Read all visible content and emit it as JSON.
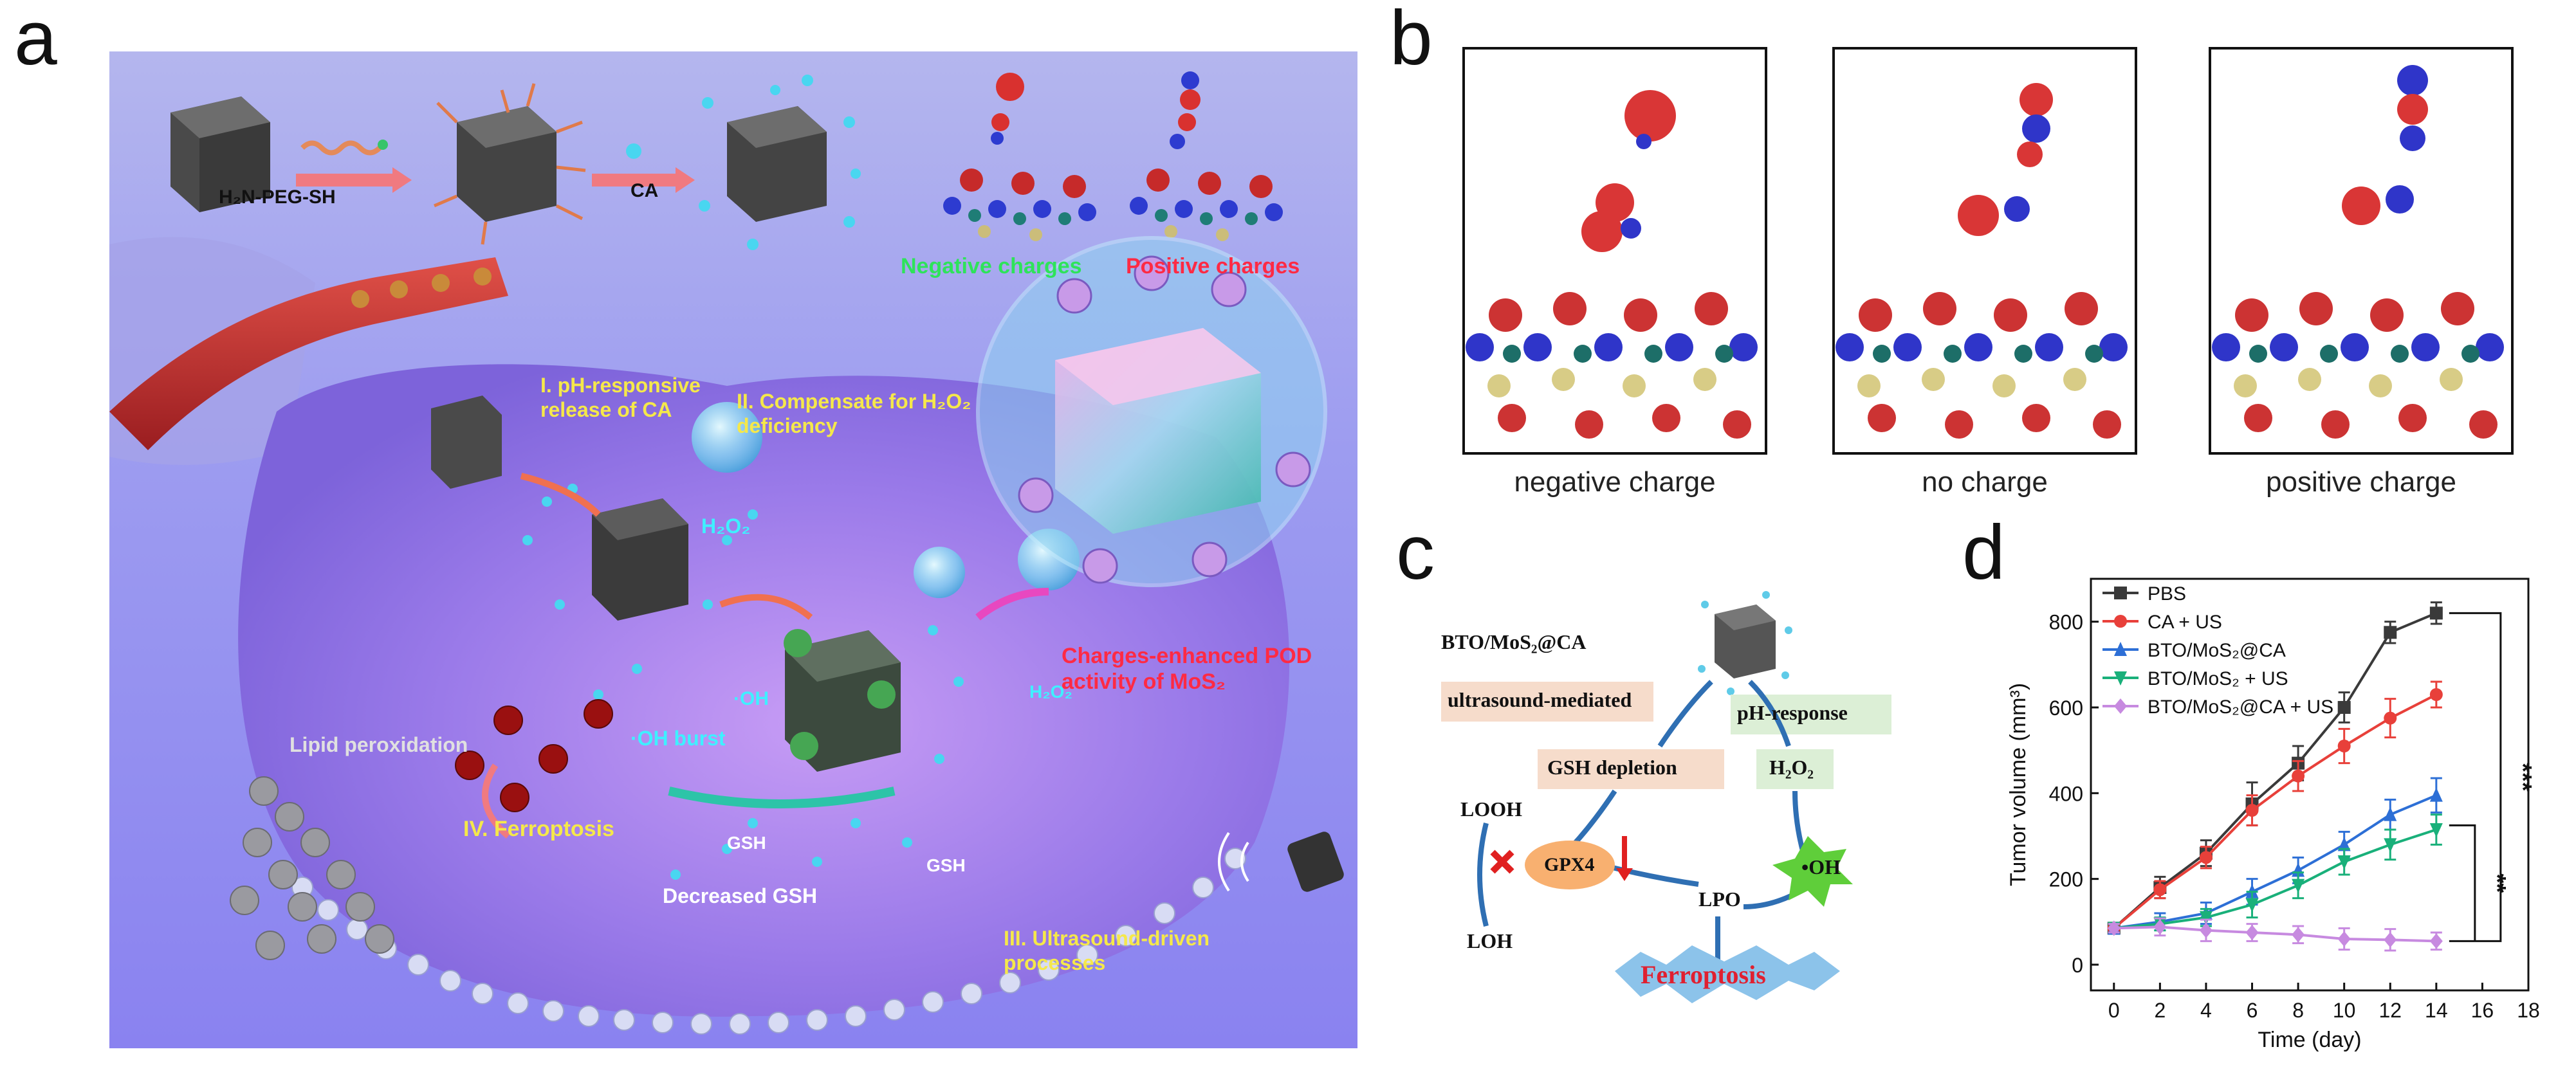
{
  "panel_letters": {
    "a": "a",
    "b": "b",
    "c": "c",
    "d": "d"
  },
  "panel_a": {
    "reagent_1": "H₂N-PEG-SH",
    "reagent_2": "CA",
    "neg_charges": "Negative charges",
    "pos_charges": "Positive charges",
    "step_1": "I. pH-responsive release of CA",
    "step_2": "II. Compensate for H₂O₂ deficiency",
    "step_3": "III. Ultrasound-driven processes",
    "step_4": "IV. Ferroptosis",
    "h2o2_label": "H₂O₂",
    "oh_label": "·OH",
    "h2o2_label_2": "H₂O₂",
    "charges_pod": "Charges-enhanced POD activity of MoS₂",
    "oh_burst": "·OH burst",
    "lipid_perox": "Lipid peroxidation",
    "gsh_1": "GSH",
    "gsh_2": "GSH",
    "decreased_gsh": "Decreased GSH",
    "colors": {
      "background": "#8f8ff0",
      "yellow_text": "#f5e84a",
      "green_text": "#2ee35a",
      "red_text": "#ff2a44",
      "cyan_text": "#3ff0ff"
    }
  },
  "panel_b": {
    "captions": [
      "negative charge",
      "no charge",
      "positive charge"
    ]
  },
  "panel_c": {
    "title": "BTO/MoS₂@CA",
    "left_branch": "ultrasound-mediated",
    "right_branch": "pH-response",
    "gsh_depletion": "GSH depletion",
    "h2o2": "H₂O₂",
    "looh": "LOOH",
    "gpx4": "GPX4",
    "oh": "•OH",
    "lpo": "LPO",
    "loh": "LOH",
    "ferroptosis": "Ferroptosis"
  },
  "chart_data": {
    "type": "line",
    "xlabel": "Time (day)",
    "ylabel": "Tumor volume (mm³)",
    "xlim": [
      -1,
      18
    ],
    "ylim": [
      -60,
      900
    ],
    "xticks": [
      0,
      2,
      4,
      6,
      8,
      10,
      12,
      14,
      16,
      18
    ],
    "yticks": [
      0,
      200,
      400,
      600,
      800
    ],
    "x": [
      0,
      2,
      4,
      6,
      8,
      10,
      12,
      14
    ],
    "legend_position": "top-left",
    "significance": [
      "***",
      "**"
    ],
    "series": [
      {
        "name": "PBS",
        "color": "#3a3a3a",
        "marker": "square",
        "values": [
          85,
          180,
          260,
          375,
          470,
          600,
          775,
          820
        ],
        "errors": [
          10,
          25,
          30,
          50,
          40,
          35,
          25,
          25
        ]
      },
      {
        "name": "CA + US",
        "color": "#e8403a",
        "marker": "circle",
        "values": [
          85,
          175,
          250,
          360,
          440,
          510,
          575,
          630
        ],
        "errors": [
          10,
          20,
          25,
          35,
          35,
          40,
          45,
          30
        ]
      },
      {
        "name": "BTO/MoS₂@CA",
        "color": "#2d6fd6",
        "marker": "triangle-up",
        "values": [
          85,
          100,
          120,
          170,
          220,
          280,
          350,
          395
        ],
        "errors": [
          10,
          20,
          25,
          30,
          30,
          30,
          35,
          40
        ]
      },
      {
        "name": "BTO/MoS₂ + US",
        "color": "#19b07a",
        "marker": "triangle-down",
        "values": [
          85,
          95,
          110,
          140,
          185,
          240,
          280,
          315
        ],
        "errors": [
          10,
          15,
          20,
          30,
          30,
          30,
          35,
          35
        ]
      },
      {
        "name": "BTO/MoS₂@CA + US",
        "color": "#c78ae0",
        "marker": "diamond",
        "values": [
          85,
          88,
          80,
          75,
          70,
          60,
          58,
          55
        ],
        "errors": [
          10,
          20,
          25,
          20,
          20,
          25,
          25,
          20
        ]
      }
    ]
  }
}
